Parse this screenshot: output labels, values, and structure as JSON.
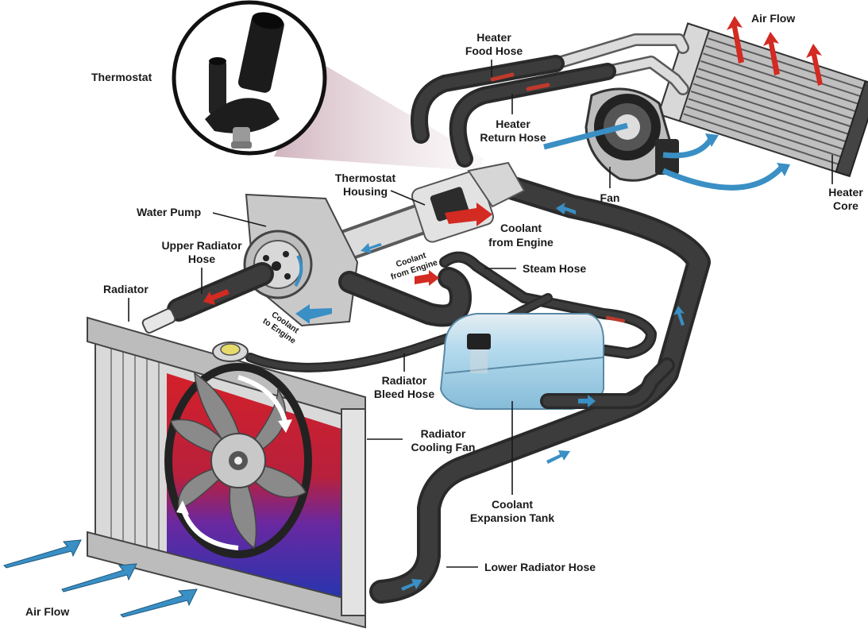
{
  "title": "Engine cooling system diagram",
  "labels": {
    "thermostat": "Thermostat",
    "heater_food_hose": [
      "Heater",
      "Food Hose"
    ],
    "heater_return_hose": [
      "Heater",
      "Return Hose"
    ],
    "air_flow_top": "Air Flow",
    "fan": "Fan",
    "heater_core": [
      "Heater",
      "Core"
    ],
    "thermostat_housing": [
      "Thermostat",
      "Housing"
    ],
    "water_pump": "Water Pump",
    "coolant_from_engine": [
      "Coolant",
      "from Engine"
    ],
    "upper_radiator_hose": [
      "Upper Radiator",
      "Hose"
    ],
    "coolant_from_engine_small": [
      "Coolant",
      "from Engine"
    ],
    "steam_hose": "Steam Hose",
    "radiator": "Radiator",
    "coolant_to_engine": [
      "Coolant",
      "to Engine"
    ],
    "radiator_bleed_hose": [
      "Radiator",
      "Bleed Hose"
    ],
    "radiator_cooling_fan": [
      "Radiator",
      "Cooling Fan"
    ],
    "coolant_expansion_tank": [
      "Coolant",
      "Expansion Tank"
    ],
    "lower_radiator_hose": "Lower Radiator Hose",
    "air_flow_bottom": "Air Flow"
  },
  "colors": {
    "hot_coolant": "#d32a22",
    "cold_coolant": "#3a8fc4",
    "hose": "#2a2a2a",
    "tank": "#a9d3ea",
    "radiator_hot": "#d0202a",
    "radiator_cold": "#2a3aa8",
    "callout_shade": "#c9a7b4"
  }
}
